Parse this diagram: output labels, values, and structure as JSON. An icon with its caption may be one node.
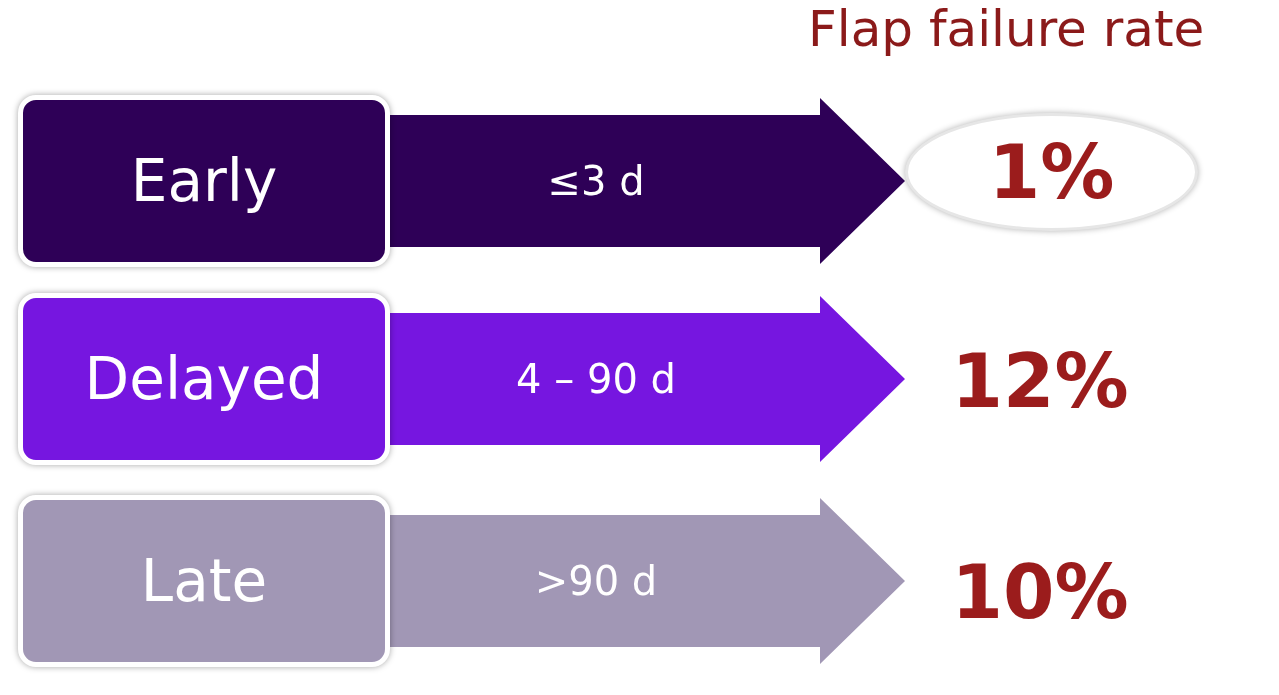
{
  "diagram": {
    "title": "Flap failure rate",
    "nodes": [
      {
        "text": [
          "Early"
        ]
      },
      {
        "text": [
          "Delayed"
        ]
      },
      {
        "text": [
          "Late"
        ]
      },
      {
        "text": [
          "1%"
        ]
      },
      {
        "text": [
          "12%"
        ]
      },
      {
        "text": [
          "10%"
        ]
      }
    ],
    "edges": [
      {
        "from": 0,
        "to": 3,
        "arrow": "to",
        "label": "≤3 d",
        "style": "thick",
        "color": "#2e0057"
      },
      {
        "from": 1,
        "to": 4,
        "arrow": "to",
        "label": "4 – 90 d",
        "style": "thick",
        "color": "#7616e0"
      },
      {
        "from": 2,
        "to": 5,
        "arrow": "to",
        "label": ">90 d",
        "style": "thick",
        "color": "#a197b5"
      }
    ]
  }
}
